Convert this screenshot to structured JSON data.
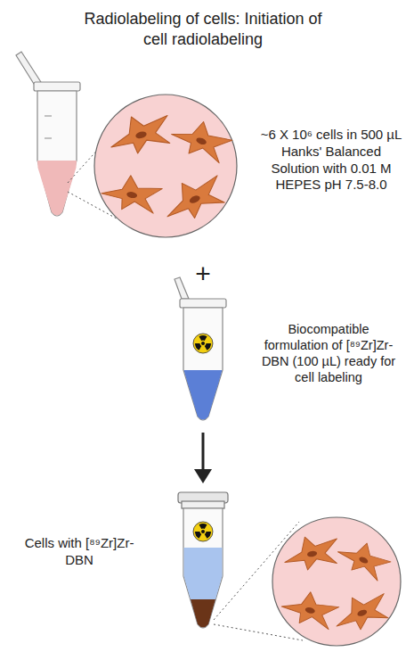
{
  "diagram": {
    "title": "Radiolabeling of cells: Initiation of cell radiolabeling",
    "labels": [
      "~6 X 10⁶ cells in 500 µL Hanks' Balanced Solution with 0.01 M HEPES pH 7.5-8.0",
      "+",
      "Biocompatible formulation of [⁸⁹Zr]Zr-DBN (100 µL) ready for cell labeling",
      "Cells with [⁸⁹Zr]Zr-DBN"
    ]
  }
}
